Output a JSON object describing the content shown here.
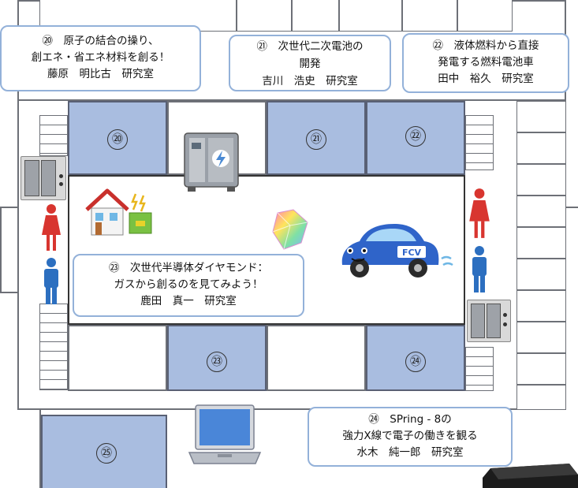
{
  "rooms": [
    {
      "id": "room-20",
      "number": "⑳"
    },
    {
      "id": "room-21",
      "number": "㉑"
    },
    {
      "id": "room-22",
      "number": "㉒"
    },
    {
      "id": "room-23",
      "number": "㉓"
    },
    {
      "id": "room-24",
      "number": "㉔"
    },
    {
      "id": "room-25",
      "number": "㉕"
    }
  ],
  "callouts": {
    "c20": {
      "lines": [
        "⑳　原子の結合の操り、",
        "創エネ・省エネ材料を創る！",
        "藤原　明比古　研究室"
      ]
    },
    "c21": {
      "lines": [
        "㉑　次世代二次電池の",
        "開発",
        "吉川　浩史　研究室"
      ]
    },
    "c22": {
      "lines": [
        "㉒　液体燃料から直接",
        "発電する燃料電池車",
        "田中　裕久　研究室"
      ]
    },
    "c23": {
      "lines": [
        "㉓　次世代半導体ダイヤモンド：",
        "ガスから創るのを見てみよう！",
        "鹿田　真一　研究室"
      ]
    },
    "c24": {
      "lines": [
        "㉔　SPring - 8の",
        "強力X線で電子の働きを観る",
        "水木　純一郎　研究室"
      ]
    }
  },
  "icons": {
    "car_label": "FCV"
  },
  "colors": {
    "room_fill": "#a9bde0",
    "callout_border": "#93b1d9",
    "wall": "#6d7077"
  }
}
